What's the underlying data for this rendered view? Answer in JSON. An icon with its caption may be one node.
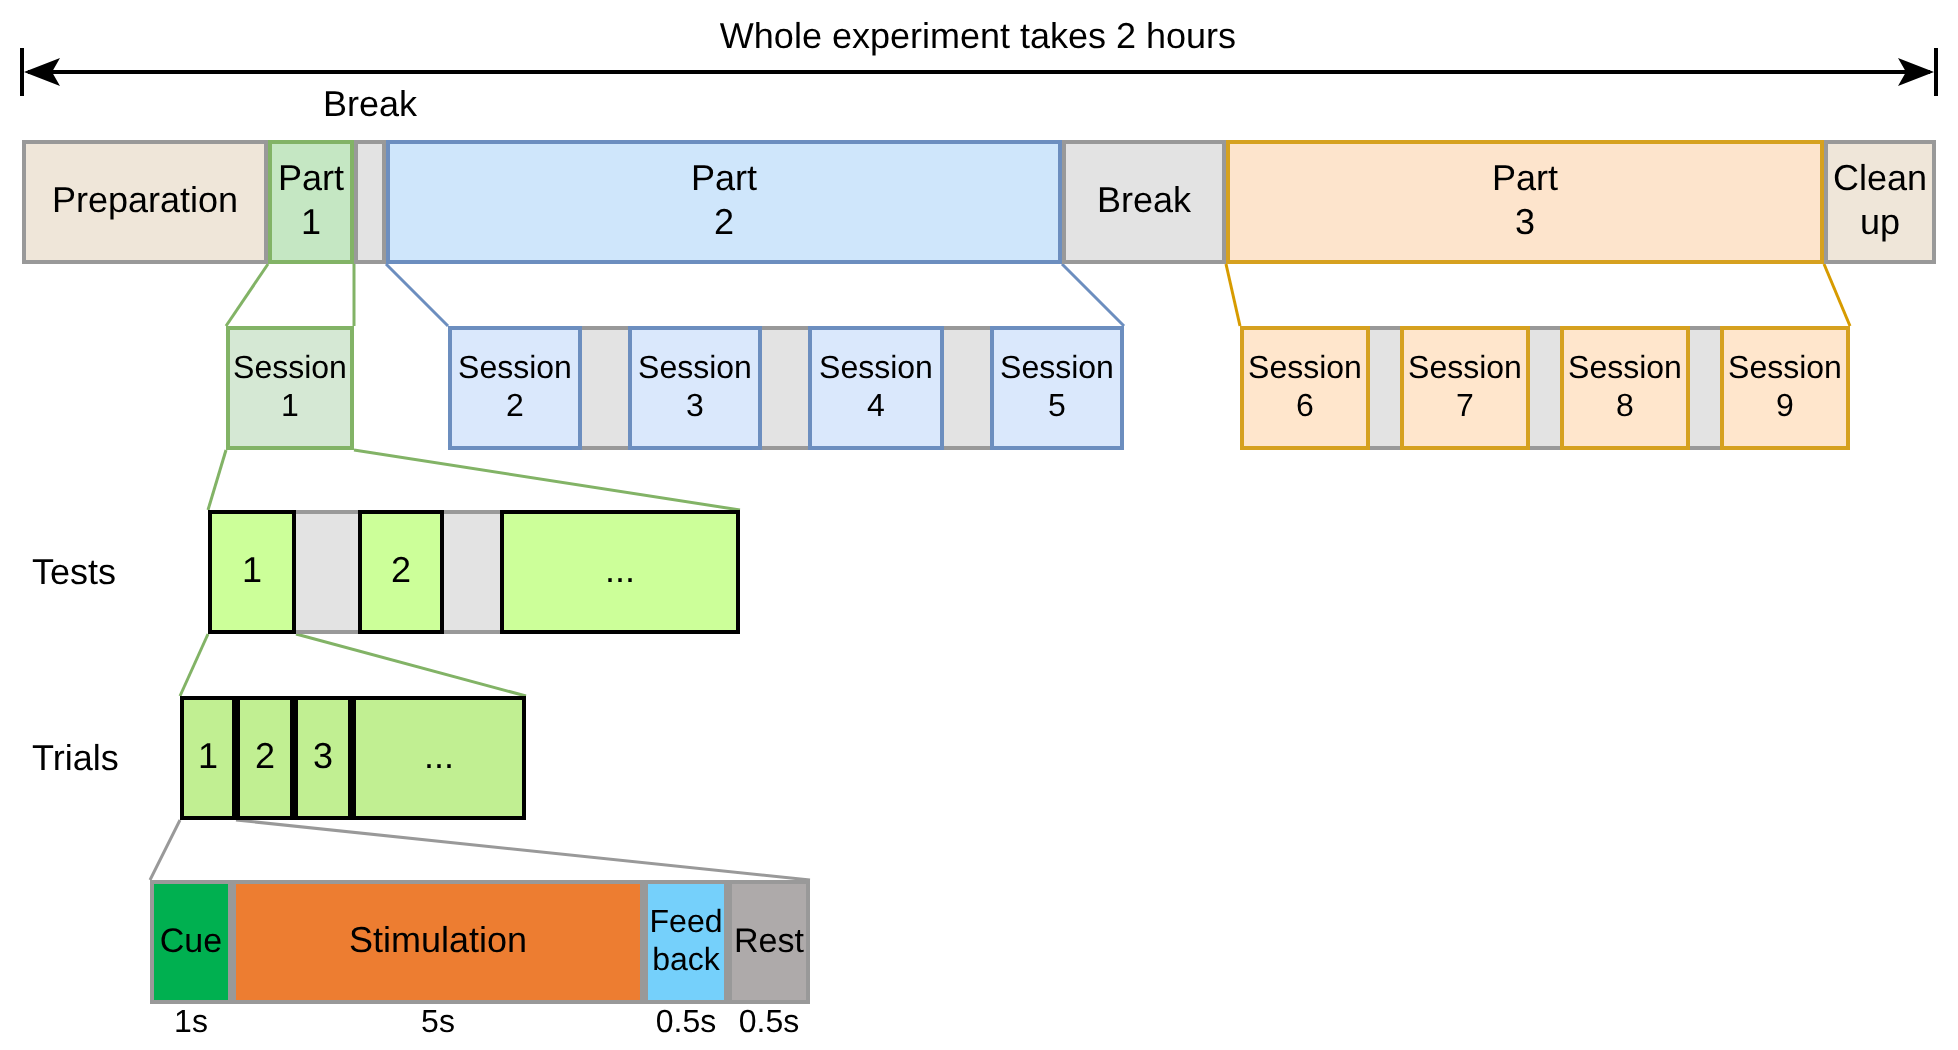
{
  "diagram": {
    "nodes": [
      {
        "text": [
          "Preparation"
        ]
      },
      {
        "text": [
          "Part 1"
        ]
      },
      {
        "text": [
          "Break"
        ]
      },
      {
        "text": [
          "Part 2"
        ]
      },
      {
        "text": [
          "Break"
        ]
      },
      {
        "text": [
          "Part 3"
        ]
      },
      {
        "text": [
          "Clean up"
        ]
      },
      {
        "text": [
          "Session 1"
        ]
      },
      {
        "text": [
          "Session 2"
        ]
      },
      {
        "text": [],
        "shape": "box"
      },
      {
        "text": [
          "Session 3"
        ]
      },
      {
        "text": [],
        "shape": "box"
      },
      {
        "text": [
          "Session 4"
        ]
      },
      {
        "text": [],
        "shape": "box"
      },
      {
        "text": [
          "Session 5"
        ]
      },
      {
        "text": [
          "Session 6"
        ]
      },
      {
        "text": [],
        "shape": "box"
      },
      {
        "text": [
          "Session 7"
        ]
      },
      {
        "text": [],
        "shape": "box"
      },
      {
        "text": [
          "Session 8"
        ]
      },
      {
        "text": [],
        "shape": "box"
      },
      {
        "text": [
          "Session 9"
        ]
      },
      {
        "text": [
          "1"
        ]
      },
      {
        "text": [],
        "shape": "box"
      },
      {
        "text": [
          "2"
        ]
      },
      {
        "text": [],
        "shape": "box"
      },
      {
        "text": [
          "..."
        ]
      },
      {
        "text": [
          "1"
        ]
      },
      {
        "text": [
          "2"
        ]
      },
      {
        "text": [
          "3"
        ]
      },
      {
        "text": [
          "..."
        ]
      },
      {
        "text": [
          "Cue"
        ],
        "beside": [
          "1s"
        ]
      },
      {
        "text": [
          "Stimulation"
        ],
        "beside": [
          "5s"
        ]
      },
      {
        "text": [
          "Feed back"
        ],
        "beside": [
          "0.5s"
        ]
      },
      {
        "text": [
          "Rest"
        ],
        "beside": [
          "0.5s"
        ]
      }
    ],
    "edges": [
      {
        "from": 1,
        "to": 7,
        "arrow": "none"
      },
      {
        "from": 1,
        "to": 7,
        "arrow": "none"
      },
      {
        "from": 3,
        "to": 8,
        "arrow": "none",
        "color": "#6c8ebf"
      },
      {
        "from": 3,
        "to": 14,
        "arrow": "none",
        "color": "#6c8ebf"
      },
      {
        "from": 5,
        "to": 15,
        "arrow": "none",
        "color": "#d79b00"
      },
      {
        "from": 5,
        "to": 21,
        "arrow": "none",
        "color": "#d79b00"
      },
      {
        "from": 7,
        "to": 22,
        "arrow": "none"
      },
      {
        "from": 7,
        "to": 26,
        "arrow": "none"
      },
      {
        "from": 22,
        "to": 27,
        "arrow": "none"
      },
      {
        "from": 22,
        "to": 30,
        "arrow": "none"
      },
      {
        "from": 27,
        "to": 31,
        "arrow": "none",
        "color": "#999999"
      },
      {
        "from": 27,
        "to": 34,
        "arrow": "none",
        "color": "#999999"
      }
    ],
    "labels": [
      "Whole experiment takes 2 hours",
      "Tests",
      "Trials"
    ]
  }
}
